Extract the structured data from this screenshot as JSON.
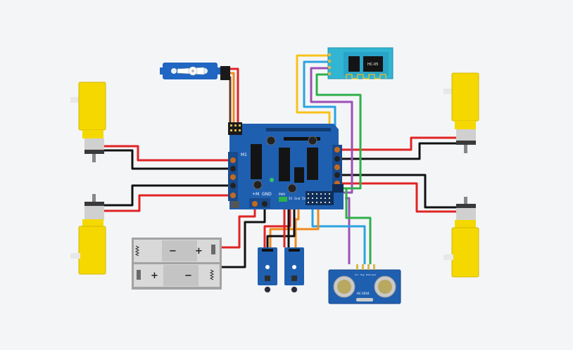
{
  "colors": {
    "background": "#f4f5f7",
    "board_blue": "#1f5fb0",
    "board_dark": "#1a4f95",
    "motor_yellow": "#f5d800",
    "wire_red": "#e02424",
    "wire_black": "#111111",
    "wire_yellow": "#f7c21a",
    "wire_blue": "#2aa3e0",
    "wire_purple": "#9b4fb5",
    "wire_green": "#2fb04a",
    "wire_orange": "#f08a1c",
    "bluetooth_cyan": "#31b5d3",
    "chip_black": "#141414",
    "sensor_silver": "#c9c9c9"
  },
  "shield": {
    "motor_label": "M1",
    "pwr_plus_label": "+M",
    "pwr_gnd_label": "GND",
    "pwr_indicator": "PWR",
    "pin_labels": [
      "5V",
      "Gnd",
      "5V"
    ]
  },
  "bluetooth": {
    "module_label": "HC-05"
  },
  "ultrasonic": {
    "pin_labels": [
      "Vcc",
      "Trig",
      "Echo",
      "Gnd"
    ],
    "model_label": "HC-SR04"
  },
  "icons": {
    "battery_positive": "plus-symbol",
    "battery_negative": "minus-symbol",
    "spring": "zigzag-spring"
  }
}
